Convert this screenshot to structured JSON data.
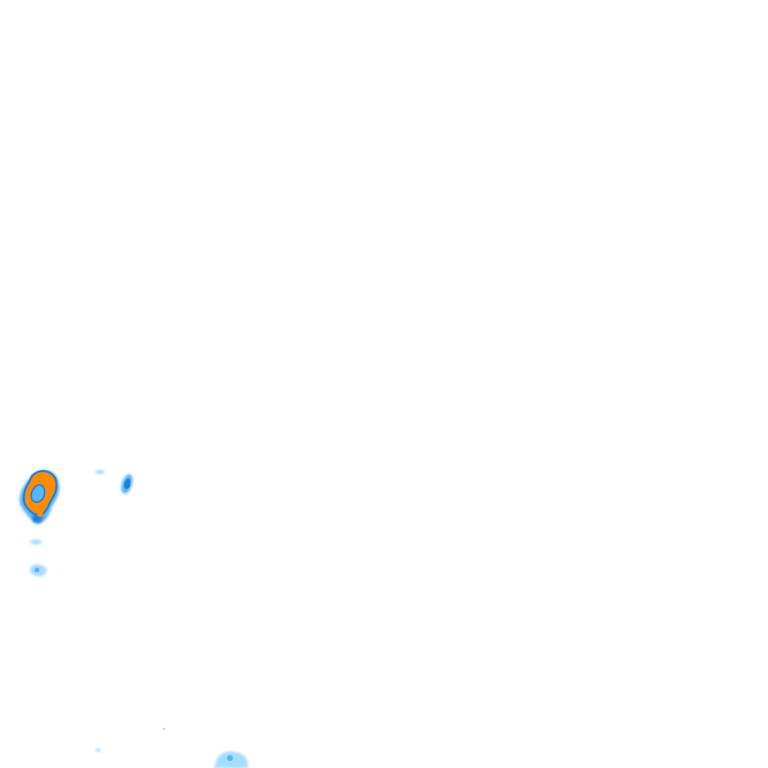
{
  "map": {
    "background_color": "#ffffff",
    "legend_colors": {
      "light": "#a8dcff",
      "medium": "#5ab4f5",
      "strong": "#1f7fe0",
      "intense": "#ff8c00"
    },
    "cells": [
      {
        "name": "main-storm-cell",
        "levels": [
          "medium",
          "strong",
          "intense"
        ]
      },
      {
        "name": "small-cell-east",
        "levels": [
          "medium",
          "strong"
        ]
      },
      {
        "name": "light-echo-south",
        "levels": [
          "light"
        ]
      },
      {
        "name": "light-echo-bottom",
        "levels": [
          "light",
          "medium"
        ]
      },
      {
        "name": "faint-speck",
        "levels": [
          "light"
        ]
      }
    ]
  }
}
